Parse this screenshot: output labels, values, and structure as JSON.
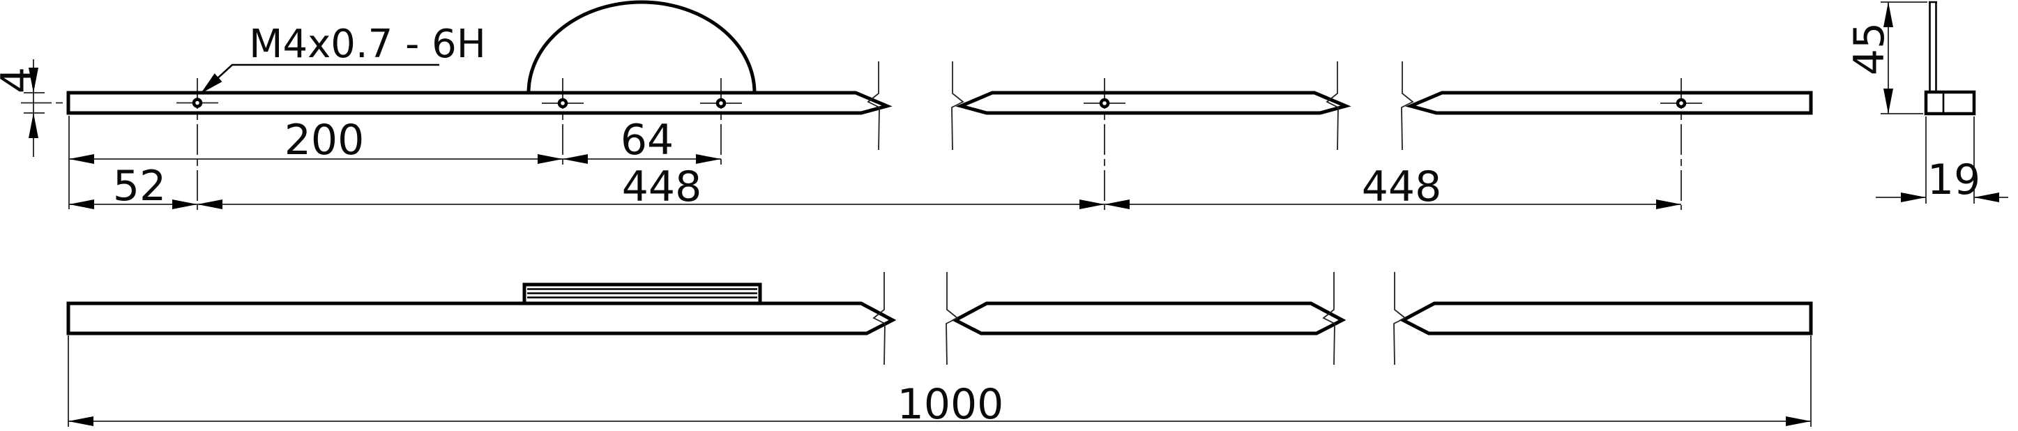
{
  "drawing": {
    "type": "technical-dimension-drawing",
    "background": "#ffffff",
    "colors": {
      "outline": "#000000",
      "thin_line": "#222222",
      "text": "#0a0a0a"
    },
    "labels": {
      "thread_callout": "M4x0.7 - 6H",
      "thickness": "4",
      "offset_first_hole": "52",
      "hole_b_position": "200",
      "hole_pair_spacing": "64",
      "span_left": "448",
      "span_right": "448",
      "total_length": "1000",
      "handle_height": "45",
      "bar_width": "19"
    }
  }
}
